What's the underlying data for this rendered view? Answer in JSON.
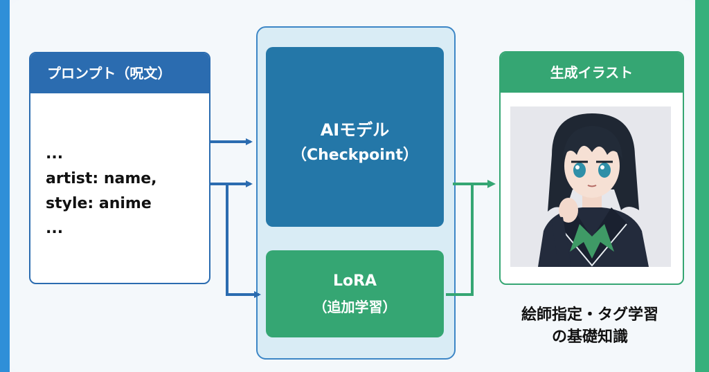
{
  "prompt": {
    "header": "プロンプト（呪文）",
    "lines": [
      "...",
      "artist: name,",
      "style: anime",
      "..."
    ]
  },
  "model": {
    "title": "AIモデル",
    "subtitle": "（Checkpoint）"
  },
  "lora": {
    "title": "LoRA",
    "subtitle": "（追加学習）"
  },
  "output": {
    "header": "生成イラスト",
    "image_icon": "anime-girl-illustration"
  },
  "caption": {
    "line1": "絵師指定・タグ学習",
    "line2": "の基礎知識"
  },
  "colors": {
    "blue": "#2b6cb0",
    "model_blue": "#2477a8",
    "green": "#35a673",
    "panel_bg": "#d9ecf5"
  }
}
